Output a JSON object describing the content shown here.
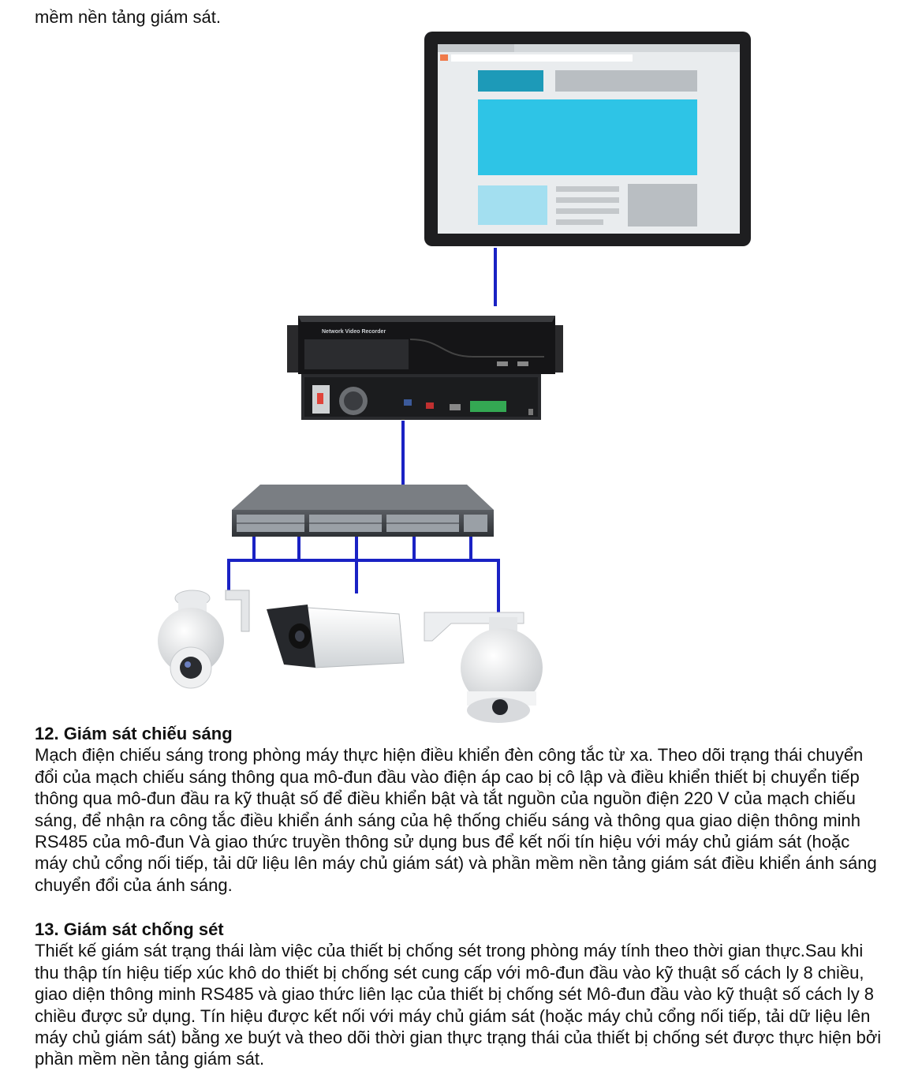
{
  "intro_line": "mềm nền tảng giám sát.",
  "diagram": {
    "nvr_label": "Network Video Recorder",
    "colors": {
      "link": "#1a22c4",
      "screen_accent": "#2ec4e6"
    }
  },
  "sections": [
    {
      "heading": "12. Giám sát chiếu sáng",
      "body": "Mạch điện chiếu sáng trong phòng máy thực hiện điều khiển đèn công tắc từ xa. Theo dõi trạng thái chuyển đổi của mạch chiếu sáng thông qua mô-đun đầu vào điện áp cao bị cô lập và điều khiển thiết bị chuyển tiếp thông qua mô-đun đầu ra kỹ thuật số để điều khiển bật và tắt nguồn của nguồn điện 220 V của mạch chiếu sáng, để nhận ra công tắc điều khiển ánh sáng của hệ thống chiếu sáng và thông qua giao diện thông minh RS485 của mô-đun Và giao thức truyền thông sử dụng bus để kết nối tín hiệu với máy chủ giám sát (hoặc máy chủ cổng nối tiếp, tải dữ liệu lên máy chủ giám sát) và phần mềm nền tảng giám sát điều khiển ánh sáng chuyển đổi của ánh sáng."
    },
    {
      "heading": "13. Giám sát chống sét",
      "body": "Thiết kế giám sát trạng thái làm việc của thiết bị chống sét trong phòng máy tính theo thời gian thực.Sau khi thu thập tín hiệu tiếp xúc khô do thiết bị chống sét cung cấp với mô-đun đầu vào kỹ thuật số cách ly 8 chiều, giao diện thông minh RS485 và giao thức liên lạc của thiết bị chống sét Mô-đun đầu vào kỹ thuật số cách ly 8 chiều được sử dụng. Tín hiệu được kết nối với máy chủ giám sát (hoặc máy chủ cổng nối tiếp, tải dữ liệu lên máy chủ giám sát) bằng xe buýt và theo dõi thời gian thực trạng thái của thiết bị chống sét được thực hiện bởi phần mềm nền tảng giám sát."
    }
  ]
}
